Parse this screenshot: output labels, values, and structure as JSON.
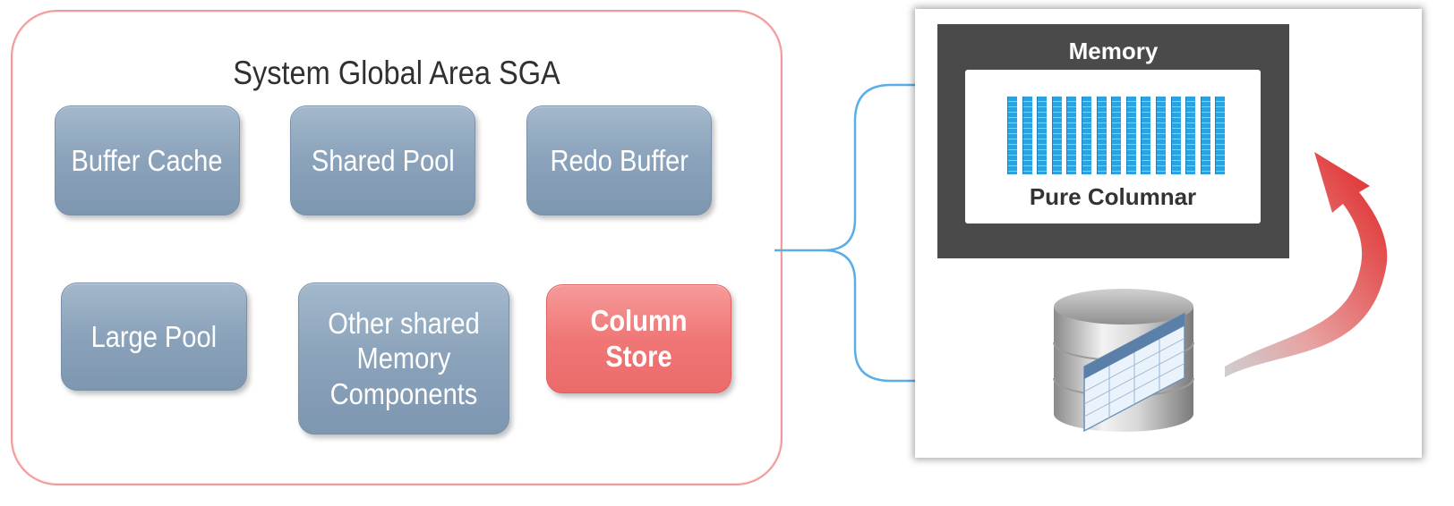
{
  "sga": {
    "title": "System Global Area SGA",
    "blocks": [
      {
        "label": "Buffer Cache"
      },
      {
        "label": "Shared Pool"
      },
      {
        "label": "Redo Buffer"
      },
      {
        "label": "Large Pool"
      },
      {
        "label": "Other shared Memory Components"
      },
      {
        "label": "Column Store"
      }
    ]
  },
  "memory": {
    "title": "Memory",
    "caption": "Pure Columnar",
    "column_count": 15
  },
  "colors": {
    "block_blue": "#8aa2ba",
    "column_store_red": "#f07777",
    "sga_border": "#f09a9a",
    "connector": "#5aaee8",
    "columns": "#2aa3e0",
    "arrow": "#e02020"
  },
  "icons": [
    "database-icon",
    "curved-arrow-icon"
  ]
}
